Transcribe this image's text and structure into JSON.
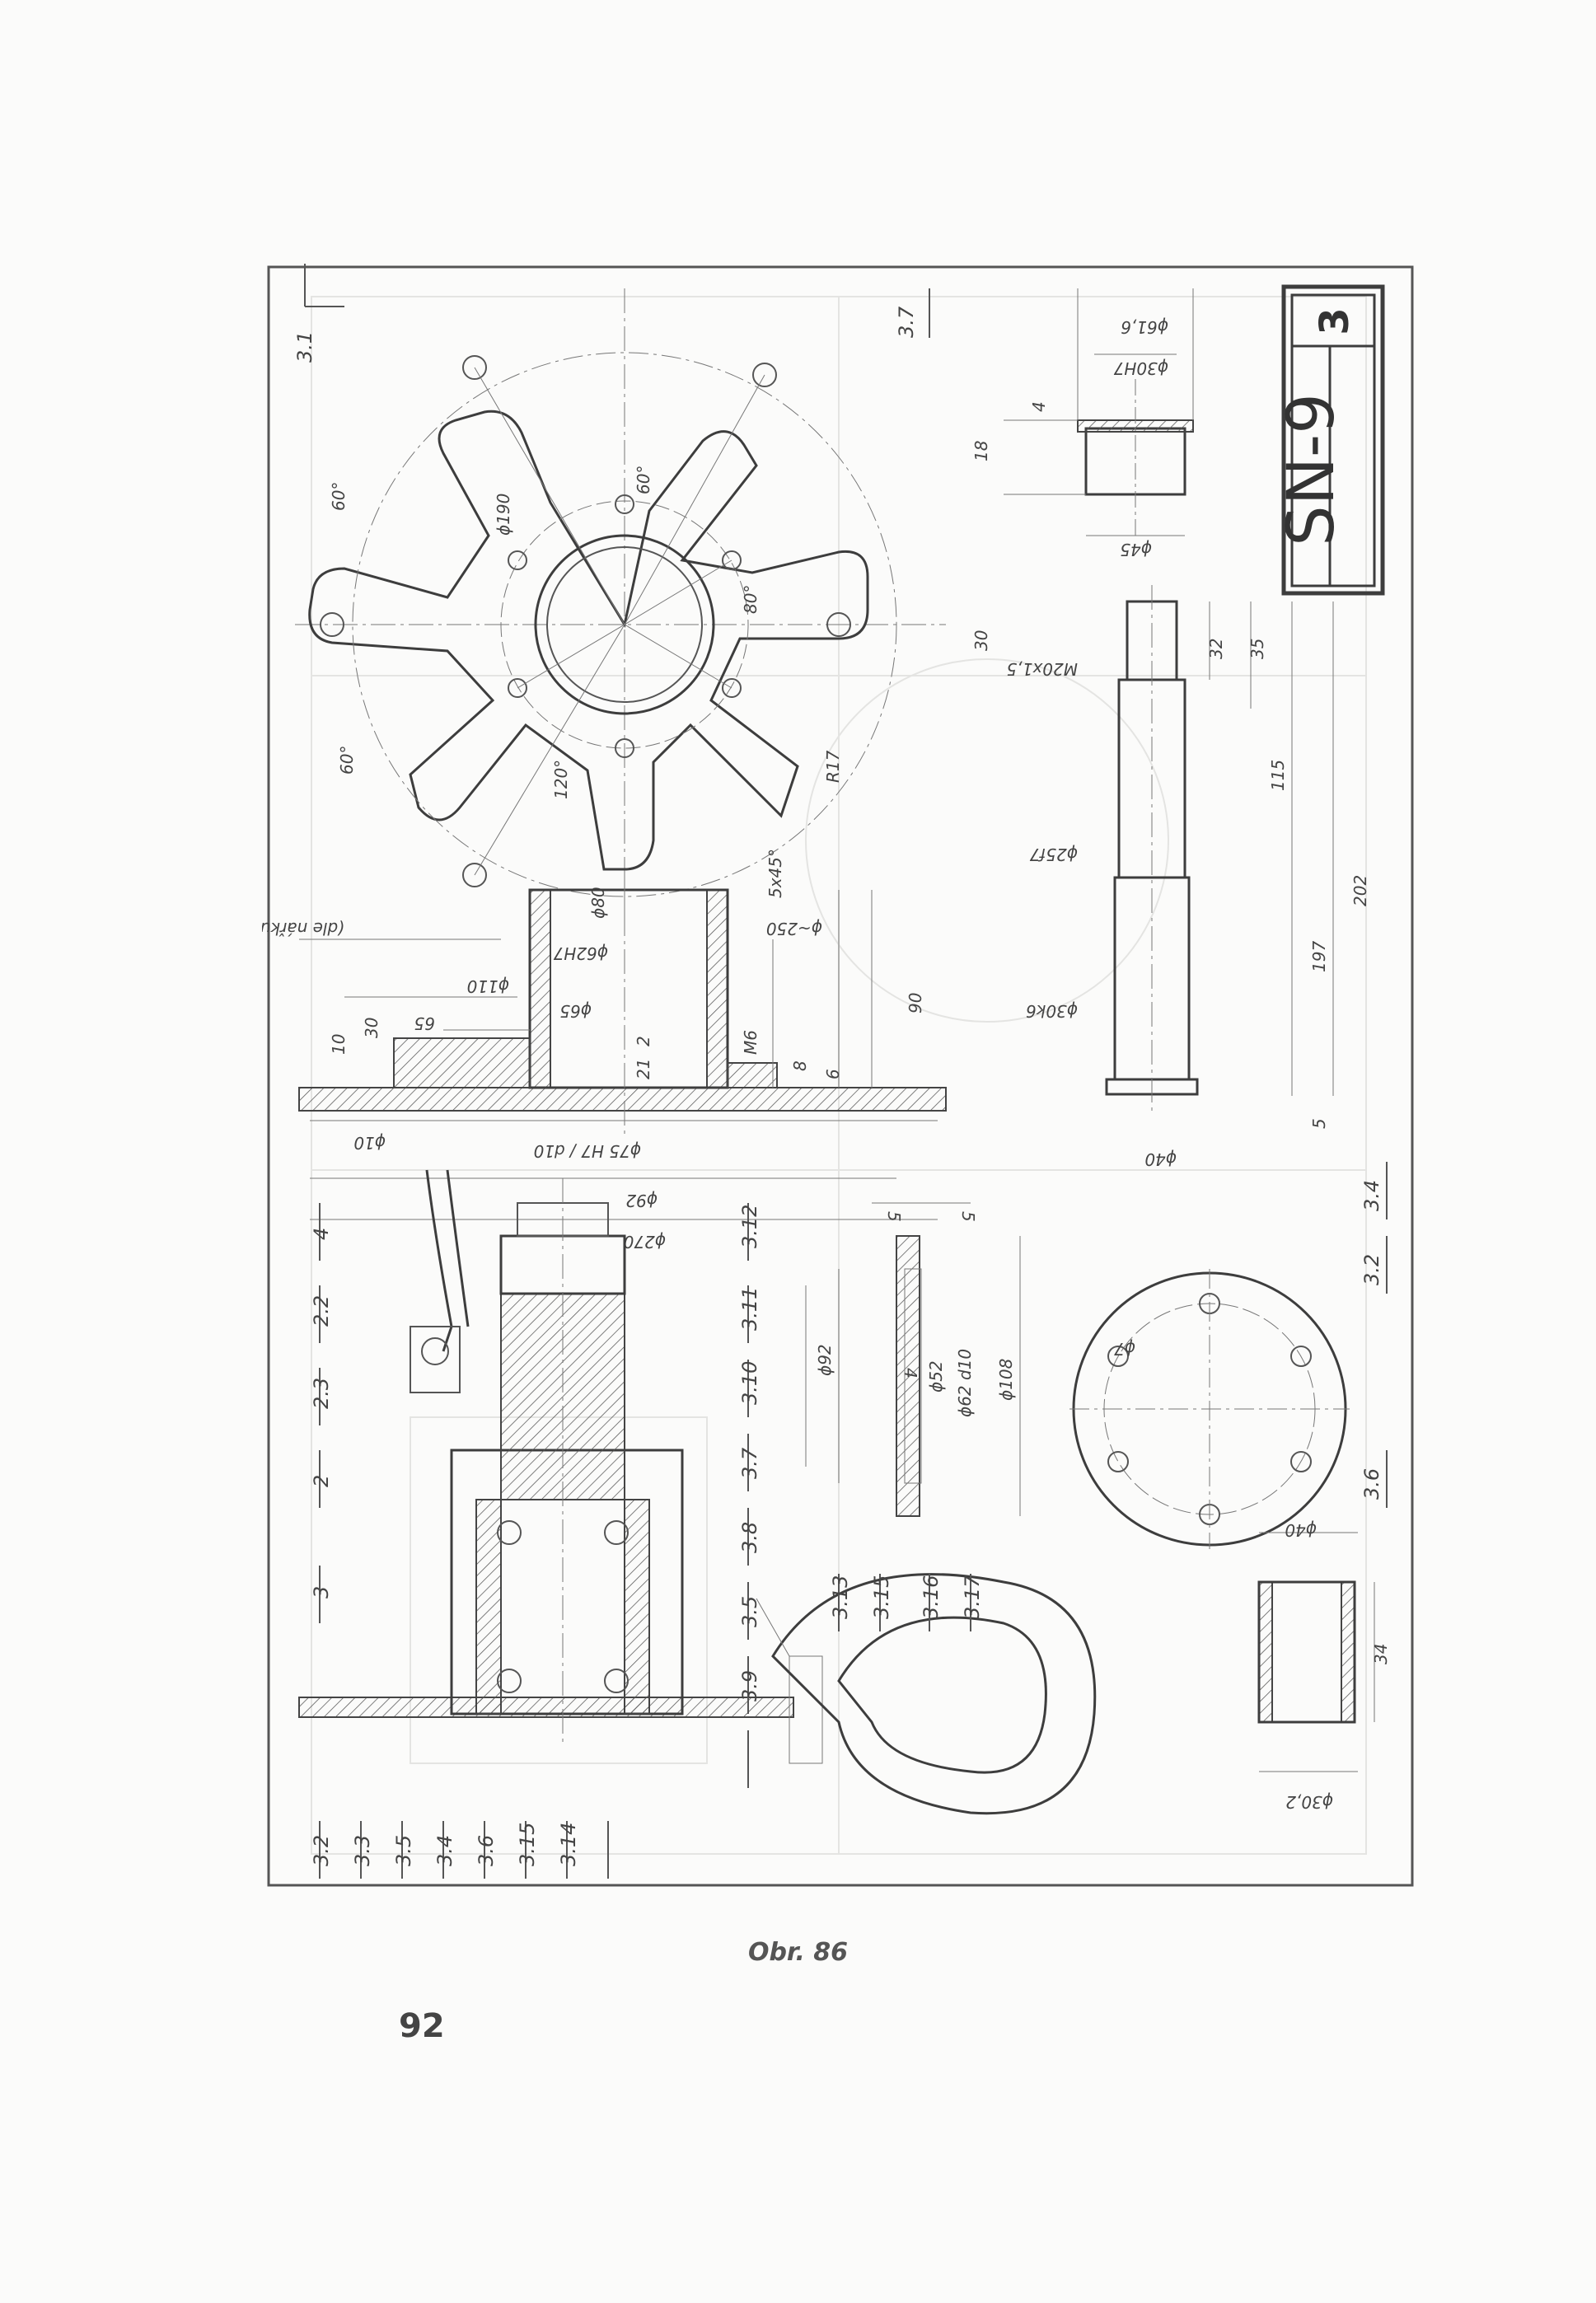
{
  "drawing": {
    "code": "SN-9",
    "sheet": "3",
    "parts": [
      "3.1",
      "3.7",
      "3.4",
      "3.2",
      "3.6",
      "4",
      "2.2",
      "2.3",
      "2",
      "3",
      "3.2",
      "3.3",
      "3.5",
      "3.4",
      "3.6",
      "3.15",
      "3.14",
      "3.12",
      "3.11",
      "3.10",
      "3.7",
      "3.8",
      "3.5",
      "3.9",
      "3.13",
      "3.15",
      "3.16",
      "3.17"
    ],
    "dimensions": {
      "star": [
        "60°",
        "ϕ190",
        "60°",
        "80°",
        "60°",
        "120°",
        "R17",
        "ϕ80",
        "5x45°"
      ],
      "hub": [
        "(dle nářku)",
        "ϕ110",
        "ϕ62H7",
        "65",
        "30",
        "10",
        "ϕ65",
        "2",
        "21",
        "M6",
        "8",
        "6",
        "ϕ~250",
        "90",
        "ϕ10",
        "ϕ75 H7 / d10",
        "ϕ92",
        "ϕ270"
      ],
      "bushing": [
        "ϕ61,6",
        "ϕ30H7",
        "4",
        "18",
        "ϕ45"
      ],
      "axle": [
        "30",
        "M20x1,5",
        "32",
        "35",
        "115",
        "ϕ25f7",
        "202",
        "ϕ30k6",
        "197",
        "5",
        "ϕ40"
      ],
      "washer": [
        "5",
        "5",
        "4",
        "ϕ92",
        "ϕ52",
        "ϕ62 d10",
        "ϕ108"
      ],
      "disk": [
        "ϕ7"
      ],
      "sleeve": [
        "ϕ40",
        "34",
        "ϕ30,2"
      ]
    }
  },
  "caption": "Obr. 86",
  "page_number": "92"
}
